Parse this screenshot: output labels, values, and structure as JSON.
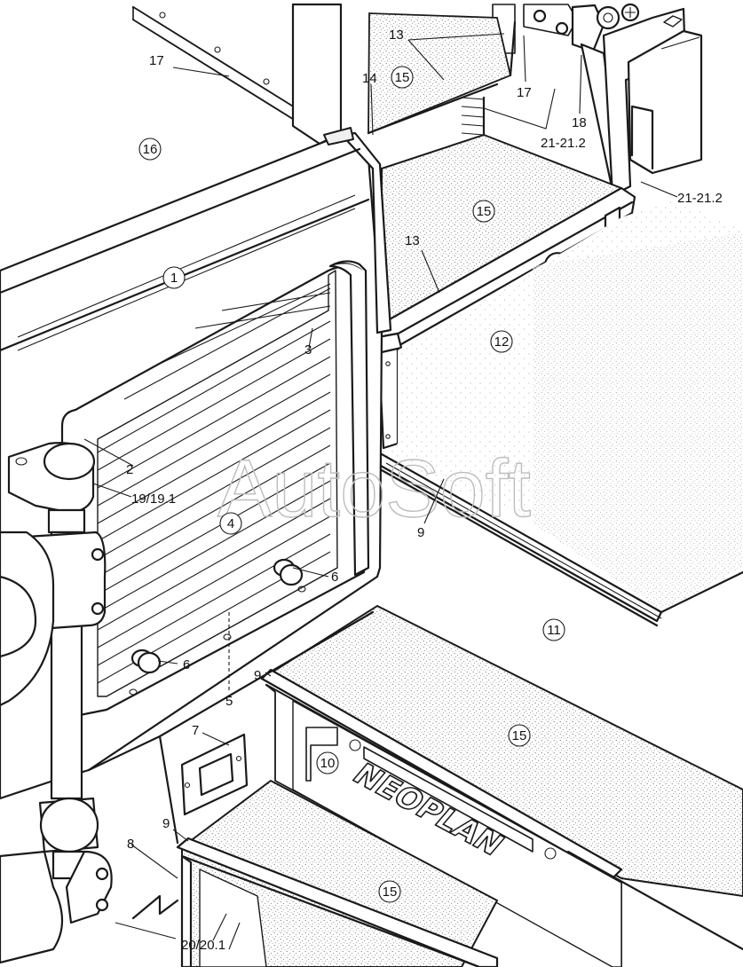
{
  "watermark": "AutoSoft",
  "brand_logo": "NEOPLAN",
  "callouts": {
    "c1": "1",
    "c2": "2",
    "c3": "3",
    "c4": "4",
    "c5": "5",
    "c6a": "6",
    "c6b": "6",
    "c7": "7",
    "c8": "8",
    "c9a": "9",
    "c9b": "9",
    "c9c": "9",
    "c10": "10",
    "c11": "11",
    "c12": "12",
    "c13a": "13",
    "c13b": "13",
    "c14": "14",
    "c15a": "15",
    "c15b": "15",
    "c15c": "15",
    "c15d": "15",
    "c16": "16",
    "c17a": "17",
    "c17b": "17",
    "c18": "18",
    "c19": "19/19.1",
    "c20": "20/20.1",
    "c21a": "21-21.2",
    "c21b": "21-21.2"
  },
  "colors": {
    "line": "#1a1a1a",
    "background": "#ffffff",
    "stipple": "#7a7a7a",
    "watermark": "#bdbdbd"
  }
}
